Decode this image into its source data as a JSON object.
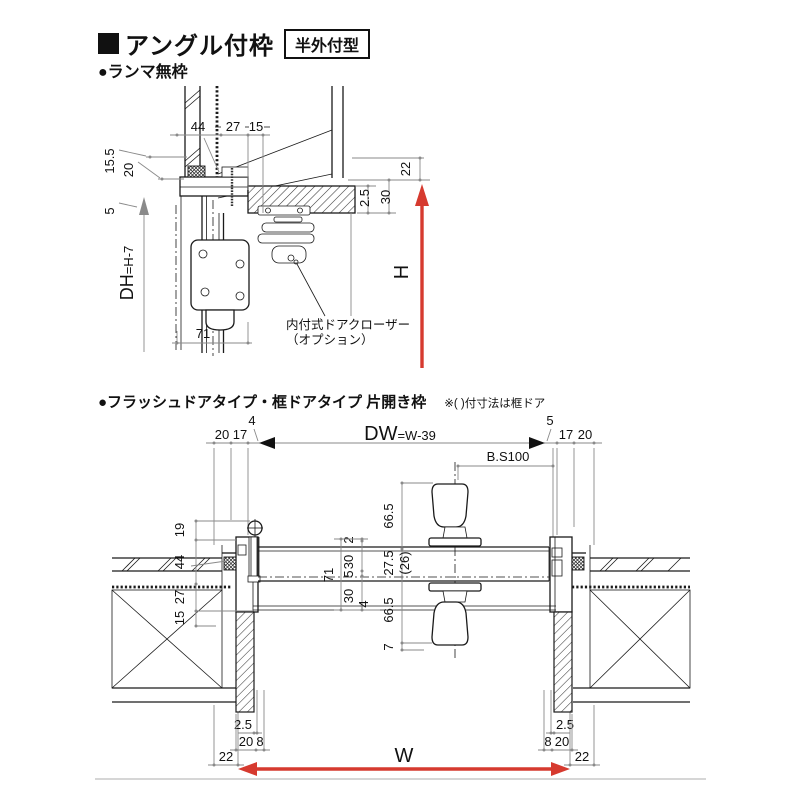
{
  "header": {
    "title": "アングル付枠",
    "badge": "半外付型",
    "subtitle": "●ランマ無枠"
  },
  "section2": {
    "title": "●フラッシュドアタイプ・框ドアタイプ 片開き枠",
    "note": "※( )付寸法は框ドア"
  },
  "colors": {
    "accent_red": "#d63a2f",
    "line_black": "#1a1a1a",
    "dim_gray": "#8a8a8a"
  },
  "top_drawing": {
    "dim_44": "44",
    "dim_27": "27",
    "dim_15": "15",
    "dim_15_5": "15.5",
    "dim_20": "20",
    "dim_5": "5",
    "dim_dh": "DH",
    "dim_dh_eq": "=H-7",
    "dim_71": "71",
    "dim_2_5": "2.5",
    "dim_30": "30",
    "dim_22": "22",
    "dim_h": "H",
    "closer_note_line1": "内付式ドアクローザー",
    "closer_note_line2": "（オプション）"
  },
  "bottom_drawing": {
    "dim_left_20": "20",
    "dim_left_17": "17",
    "dim_left_4": "4",
    "dim_dw": "DW",
    "dim_dw_eq": "=W-39",
    "dim_right_5": "5",
    "dim_right_17": "17",
    "dim_right_20": "20",
    "dim_bs": "B.S100",
    "stack_19": "19",
    "stack_44": "44",
    "stack_27": "27",
    "stack_15": "15",
    "center_71": "71",
    "center_2": "2",
    "center_30a": "30",
    "center_5": "5",
    "center_30b": "30",
    "center_4": "4",
    "knob_66_top": "66.5",
    "knob_27_5": "27.5",
    "knob_26": "(26)",
    "knob_66_bottom": "66.5",
    "knob_7": "7",
    "bottom_left_2_5": "2.5",
    "bottom_left_20": "20",
    "bottom_left_8": "8",
    "bottom_left_22": "22",
    "bottom_right_2_5": "2.5",
    "bottom_right_8": "8",
    "bottom_right_20": "20",
    "bottom_right_22": "22",
    "dim_w": "W"
  }
}
